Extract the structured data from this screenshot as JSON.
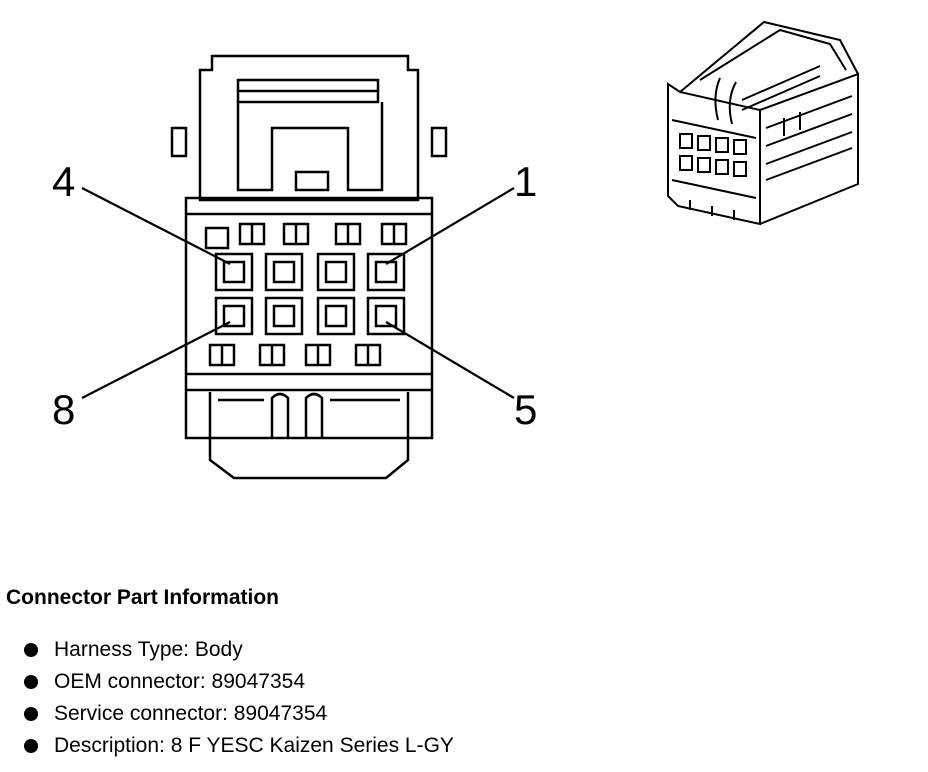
{
  "pin_labels": {
    "pin_1": "1",
    "pin_4": "4",
    "pin_5": "5",
    "pin_8": "8"
  },
  "info": {
    "title": "Connector Part Information",
    "items": [
      {
        "text": "Harness Type: Body"
      },
      {
        "text": "OEM connector: 89047354"
      },
      {
        "text": "Service connector: 89047354"
      },
      {
        "text": "Description: 8 F YESC Kaizen Series L-GY"
      }
    ]
  }
}
